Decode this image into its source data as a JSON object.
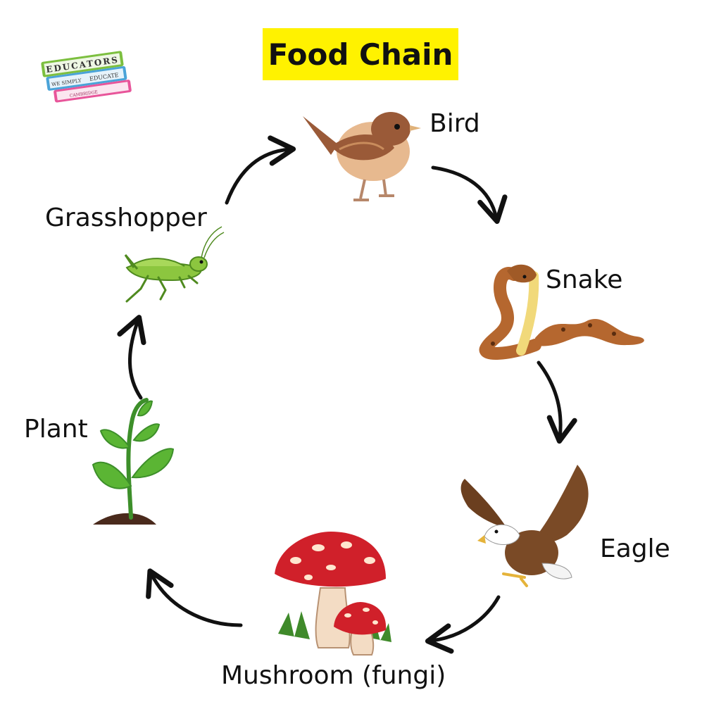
{
  "title": "Food Chain",
  "logo": {
    "line1": "EDUCATORS",
    "line2": "WE SIMPLY",
    "line3": "EDUCATE",
    "line4": "CAMBRIDGE"
  },
  "nodes": [
    {
      "id": "bird",
      "label": "Bird",
      "icon": "bird-icon"
    },
    {
      "id": "snake",
      "label": "Snake",
      "icon": "snake-icon"
    },
    {
      "id": "eagle",
      "label": "Eagle",
      "icon": "eagle-icon"
    },
    {
      "id": "mushroom",
      "label": "Mushroom (fungi)",
      "icon": "mushroom-icon"
    },
    {
      "id": "plant",
      "label": "Plant",
      "icon": "plant-icon"
    },
    {
      "id": "grasshopper",
      "label": "Grasshopper",
      "icon": "grasshopper-icon"
    }
  ],
  "edges": [
    {
      "from": "bird",
      "to": "snake"
    },
    {
      "from": "snake",
      "to": "eagle"
    },
    {
      "from": "eagle",
      "to": "mushroom"
    },
    {
      "from": "mushroom",
      "to": "plant"
    },
    {
      "from": "plant",
      "to": "grasshopper"
    },
    {
      "from": "grasshopper",
      "to": "bird"
    }
  ],
  "colors": {
    "title_bg": "#fff200",
    "arrow": "#111111",
    "plant_green": "#4caf2e",
    "mushroom_red": "#d0202a",
    "bird_brown": "#9a5a38",
    "snake_brown": "#b5672f",
    "eagle_brown": "#7a4a26"
  }
}
